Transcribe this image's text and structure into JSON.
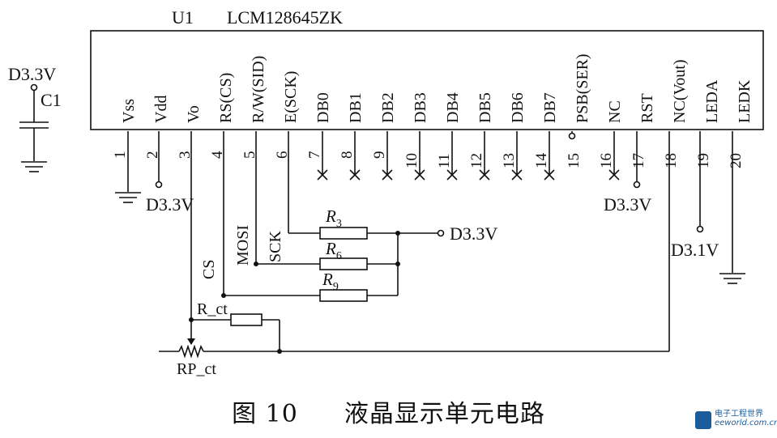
{
  "component": {
    "ref": "U1",
    "part": "LCM128645ZK"
  },
  "capacitor": {
    "supply": "D3.3V",
    "ref": "C1"
  },
  "pins": [
    {
      "num": "1",
      "name": "Vss"
    },
    {
      "num": "2",
      "name": "Vdd"
    },
    {
      "num": "3",
      "name": "Vo"
    },
    {
      "num": "4",
      "name": "RS(CS)"
    },
    {
      "num": "5",
      "name": "R/W(SID)"
    },
    {
      "num": "6",
      "name": "E(SCK)"
    },
    {
      "num": "7",
      "name": "DB0"
    },
    {
      "num": "8",
      "name": "DB1"
    },
    {
      "num": "9",
      "name": "DB2"
    },
    {
      "num": "10",
      "name": "DB3"
    },
    {
      "num": "11",
      "name": "DB4"
    },
    {
      "num": "12",
      "name": "DB5"
    },
    {
      "num": "13",
      "name": "DB6"
    },
    {
      "num": "14",
      "name": "DB7"
    },
    {
      "num": "15",
      "name": "PSB(SER)"
    },
    {
      "num": "16",
      "name": "NC"
    },
    {
      "num": "17",
      "name": "RST"
    },
    {
      "num": "18",
      "name": "NC(Vout)"
    },
    {
      "num": "19",
      "name": "LEDA"
    },
    {
      "num": "20",
      "name": "LEDK"
    }
  ],
  "nets": {
    "vdd_supply": "D3.3V",
    "rst_supply": "D3.3V",
    "pullup_supply": "D3.3V",
    "leda_supply": "D3.1V",
    "mosi": "MOSI",
    "sck": "SCK",
    "cs": "CS"
  },
  "resistors": {
    "r3": {
      "main": "R",
      "sub": "3"
    },
    "r6": {
      "main": "R",
      "sub": "6"
    },
    "r9": {
      "main": "R",
      "sub": "9"
    },
    "rct": "R_ct",
    "rpct": "RP_ct"
  },
  "caption": {
    "figure": "图 10",
    "title": "液晶显示单元电路"
  },
  "watermark": {
    "cn": "电子工程世界",
    "en": "eeworld.com.cn"
  }
}
